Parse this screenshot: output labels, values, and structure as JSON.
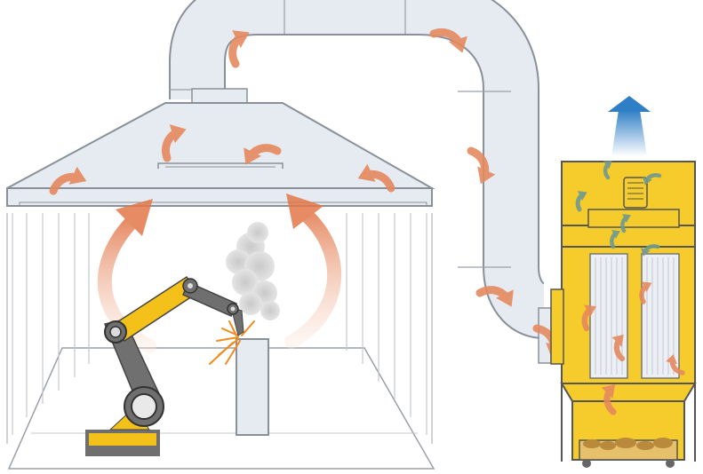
{
  "diagram": {
    "subject": "welding-fume-extraction-system",
    "components": [
      {
        "id": "welding-booth",
        "icon": "booth"
      },
      {
        "id": "extraction-hood",
        "icon": "hood"
      },
      {
        "id": "welding-robot",
        "icon": "robot-arm"
      },
      {
        "id": "workpiece",
        "icon": "workpiece"
      },
      {
        "id": "fume-cloud",
        "icon": "smoke"
      },
      {
        "id": "exhaust-duct",
        "icon": "duct"
      },
      {
        "id": "dust-collector",
        "icon": "filter-unit"
      },
      {
        "id": "clean-air-outlet",
        "icon": "up-arrow"
      }
    ],
    "colors": {
      "duct_fill": "#e6ebf1",
      "duct_stroke": "#8a9099",
      "collector_yellow": "#f5cc2b",
      "robot_yellow": "#f3c11a",
      "robot_dark": "#6f6f6f",
      "dirty_air_arrow": "#e07a4c",
      "filtered_air_arrow": "#6f9a92",
      "clean_air_arrow": "#2f7fc6",
      "spark": "#f28a1c",
      "dust": "#b98a3c"
    }
  }
}
